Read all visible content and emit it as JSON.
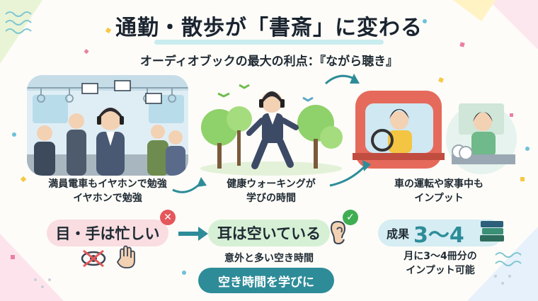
{
  "header": {
    "title": "通勤・散歩が「書斎」に変わる",
    "subtitle": "オーディオブックの最大の利点：『ながら聴き』"
  },
  "scenes": [
    {
      "caption_line1": "満員電車もイヤホンで勉強",
      "caption_line2": "イヤホンで勉強"
    },
    {
      "caption_line1": "健康ウォーキングが",
      "caption_line2": "学びの時間"
    },
    {
      "caption_line1": "車の運転や家事中も",
      "caption_line2": "インプット"
    }
  ],
  "comparison": {
    "busy_label": "目・手は忙しい",
    "free_label": "耳は空いている",
    "free_sub": "意外と多い空き時間"
  },
  "result": {
    "label": "成果",
    "value": "3～4",
    "desc_line1": "月に3～4冊分の",
    "desc_line2": "インプット可能"
  },
  "cta": {
    "label": "空き時間を学びに"
  },
  "colors": {
    "busy_pill": "#f9dde0",
    "free_pill": "#d6f0d5",
    "result_pill": "#d5edf3",
    "cta": "#2e8c99",
    "arrow": "#2e8c99",
    "x_badge": "#e4575b",
    "check_badge": "#3fae52"
  }
}
